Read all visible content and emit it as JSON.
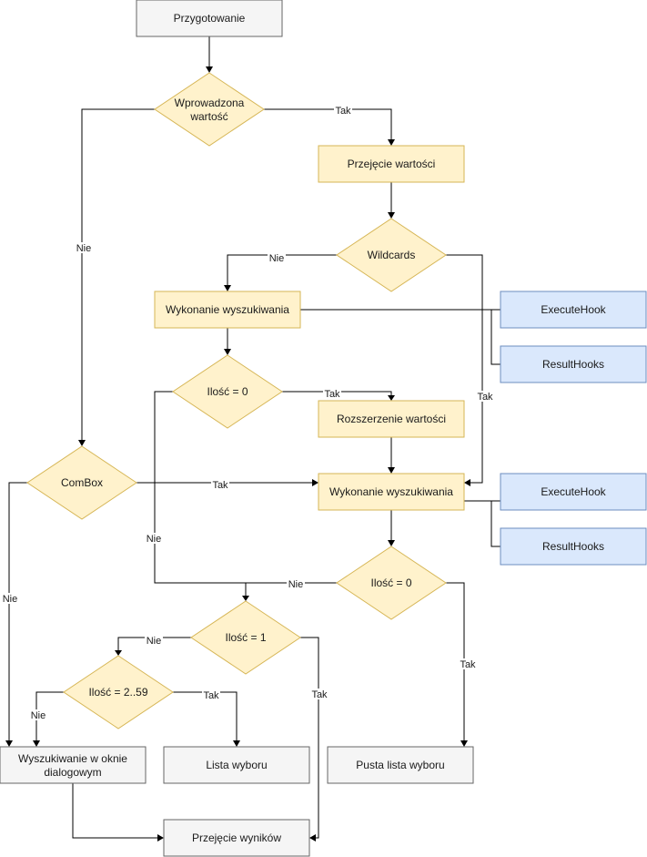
{
  "nodes": {
    "przygotowanie": "Przygotowanie",
    "wprowadzona_wartosc": [
      "Wprowadzona",
      "wartość"
    ],
    "przejecie_wartosci": "Przejęcie wartości",
    "wildcards": "Wildcards",
    "wykonanie_wyszukiwania_1": "Wykonanie wyszukiwania",
    "execute_hook_1": "ExecuteHook",
    "result_hooks_1": "ResultHooks",
    "ilosc_0_first": "Ilość = 0",
    "rozszerzenie_wartosci": "Rozszerzenie wartości",
    "combox": "ComBox",
    "wykonanie_wyszukiwania_2": "Wykonanie wyszukiwania",
    "execute_hook_2": "ExecuteHook",
    "result_hooks_2": "ResultHooks",
    "ilosc_0_second": "Ilość = 0",
    "ilosc_1": "Ilość = 1",
    "ilosc_2_59": "Ilość = 2..59",
    "wyszukiwanie_w_oknie": [
      "Wyszukiwanie w oknie",
      "dialogowym"
    ],
    "lista_wyboru": "Lista wyboru",
    "pusta_lista_wyboru": "Pusta lista wyboru",
    "przejecie_wynikow": "Przejęcie wyników"
  },
  "edge_labels": {
    "tak": "Tak",
    "nie": "Nie"
  },
  "colors": {
    "process_fill": "#f5f5f5",
    "process_stroke": "#666666",
    "decision_fill": "#fff2cc",
    "decision_stroke": "#d6b656",
    "hook_fill": "#dae8fc",
    "hook_stroke": "#6c8ebf"
  }
}
